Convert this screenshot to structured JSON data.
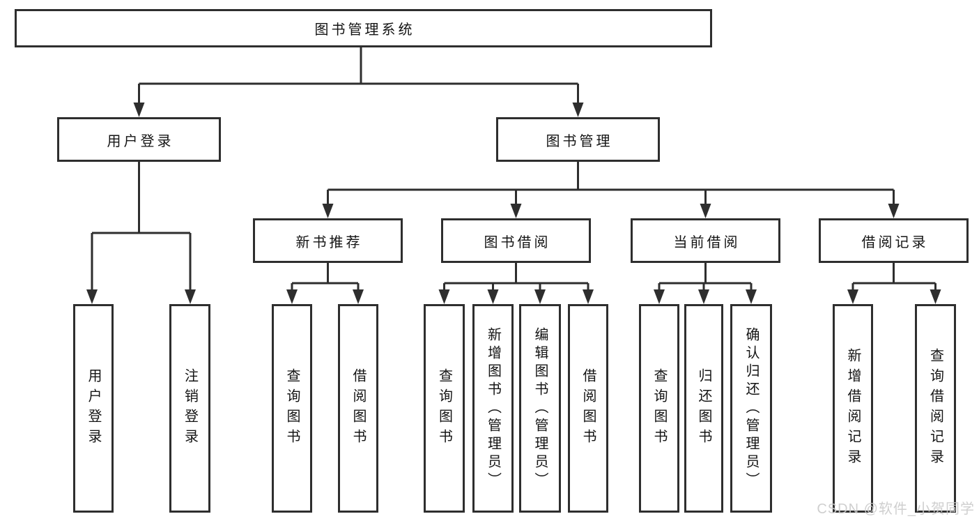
{
  "diagram": {
    "title": "图书管理系统",
    "branches": [
      {
        "label": "用户登录",
        "children": [
          {
            "label": "用户登录"
          },
          {
            "label": "注销登录"
          }
        ]
      },
      {
        "label": "图书管理",
        "children": [
          {
            "label": "新书推荐",
            "children": [
              {
                "label": "查询图书"
              },
              {
                "label": "借阅图书"
              }
            ]
          },
          {
            "label": "图书借阅",
            "children": [
              {
                "label": "查询图书"
              },
              {
                "label": "新增图书（管理员）"
              },
              {
                "label": "编辑图书（管理员）"
              },
              {
                "label": "借阅图书"
              }
            ]
          },
          {
            "label": "当前借阅",
            "children": [
              {
                "label": "查询图书"
              },
              {
                "label": "归还图书"
              },
              {
                "label": "确认归还（管理员）"
              }
            ]
          },
          {
            "label": "借阅记录",
            "children": [
              {
                "label": "新增借阅记录"
              },
              {
                "label": "查询借阅记录"
              }
            ]
          }
        ]
      }
    ]
  },
  "watermark": {
    "text": "CSDN @软件_小贺同学"
  },
  "colors": {
    "line": "#2e2e2e",
    "box_border": "#2e2e2e",
    "background": "#ffffff",
    "watermark": "#cbcbcb"
  }
}
